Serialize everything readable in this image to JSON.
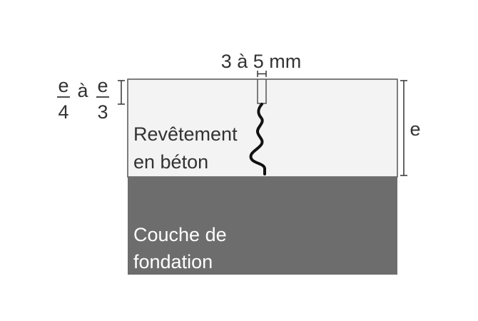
{
  "diagram": {
    "joint_width_label": "3 à 5 mm",
    "saw_cut_depth": {
      "numerator_left": "e",
      "denominator_left": "4",
      "connector": "à",
      "numerator_right": "e",
      "denominator_right": "3"
    },
    "thickness_label": "e",
    "slab_label": {
      "line1": "Revêtement",
      "line2": "en béton"
    },
    "base_label": {
      "line1": "Couche de",
      "line2": "fondation"
    },
    "colors": {
      "slab_fill": "#f3f3f3",
      "base_fill": "#6d6d6d",
      "stroke": "#555555",
      "crack": "#111111",
      "text_dark": "#333333",
      "text_light": "#ffffff"
    }
  }
}
